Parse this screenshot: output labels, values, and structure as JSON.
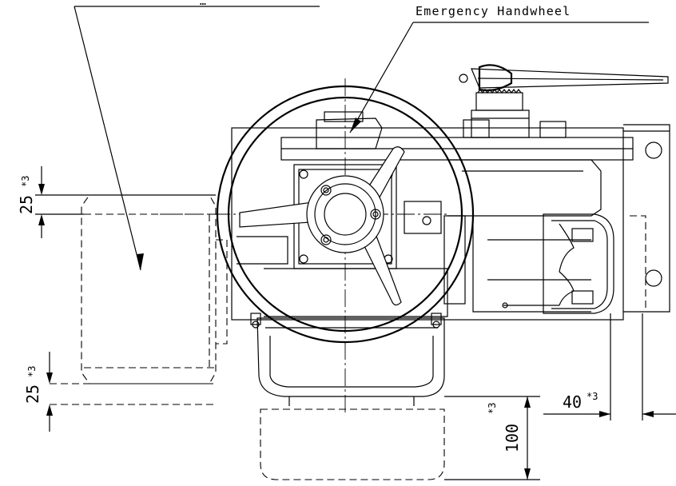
{
  "callouts": {
    "top_left_partial": "…",
    "handwheel": "Emergency Handwheel"
  },
  "dimensions": {
    "left_upper": {
      "value": "25",
      "note": "*3"
    },
    "left_lower": {
      "value": "25",
      "note": "*3"
    },
    "bottom_right": {
      "value": "100",
      "note": "*3"
    },
    "right": {
      "value": "40",
      "note": "*3"
    }
  }
}
